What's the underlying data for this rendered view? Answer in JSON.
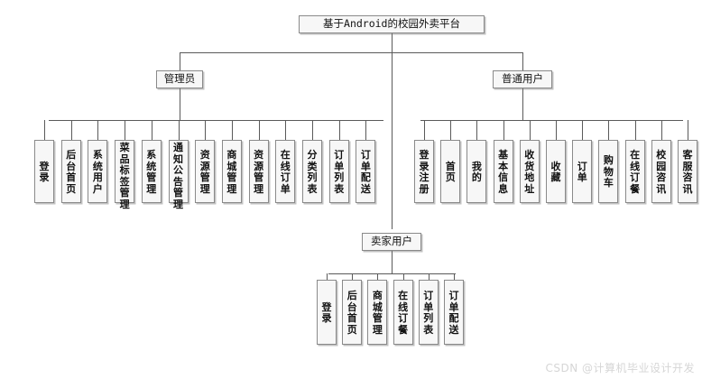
{
  "diagram": {
    "type": "tree",
    "title": "基于Android的校园外卖平台",
    "watermark": "CSDN @计算机毕业设计开发",
    "root": {
      "label": "基于Android的校园外卖平台"
    },
    "roles": [
      {
        "id": "admin",
        "label": "管理员",
        "children": [
          {
            "label": "登录"
          },
          {
            "label": "后台首页"
          },
          {
            "label": "系统用户"
          },
          {
            "label": "菜品标签管理"
          },
          {
            "label": "系统管理"
          },
          {
            "label": "通知公告管理"
          },
          {
            "label": "资源管理"
          },
          {
            "label": "商城管理"
          },
          {
            "label": "资源管理"
          },
          {
            "label": "在线订单"
          },
          {
            "label": "分类列表"
          },
          {
            "label": "订单列表"
          },
          {
            "label": "订单配送"
          }
        ]
      },
      {
        "id": "user",
        "label": "普通用户",
        "children": [
          {
            "label": "登录注册"
          },
          {
            "label": "首页"
          },
          {
            "label": "我的"
          },
          {
            "label": "基本信息"
          },
          {
            "label": "收货地址"
          },
          {
            "label": "收藏"
          },
          {
            "label": "订单"
          },
          {
            "label": "购物车"
          },
          {
            "label": "在线订餐"
          },
          {
            "label": "校园咨讯"
          },
          {
            "label": "客服咨讯"
          }
        ]
      },
      {
        "id": "seller",
        "label": "卖家用户",
        "children": [
          {
            "label": "登录"
          },
          {
            "label": "后台首页"
          },
          {
            "label": "商城管理"
          },
          {
            "label": "在线订餐"
          },
          {
            "label": "订单列表"
          },
          {
            "label": "订单配送"
          }
        ]
      }
    ],
    "colors": {
      "box_fill": "#f7f7f7",
      "box_border": "#8a8a8a",
      "line": "#5a5a5a",
      "text": "#111111",
      "watermark": "#d6d6d6",
      "background": "#ffffff"
    }
  }
}
